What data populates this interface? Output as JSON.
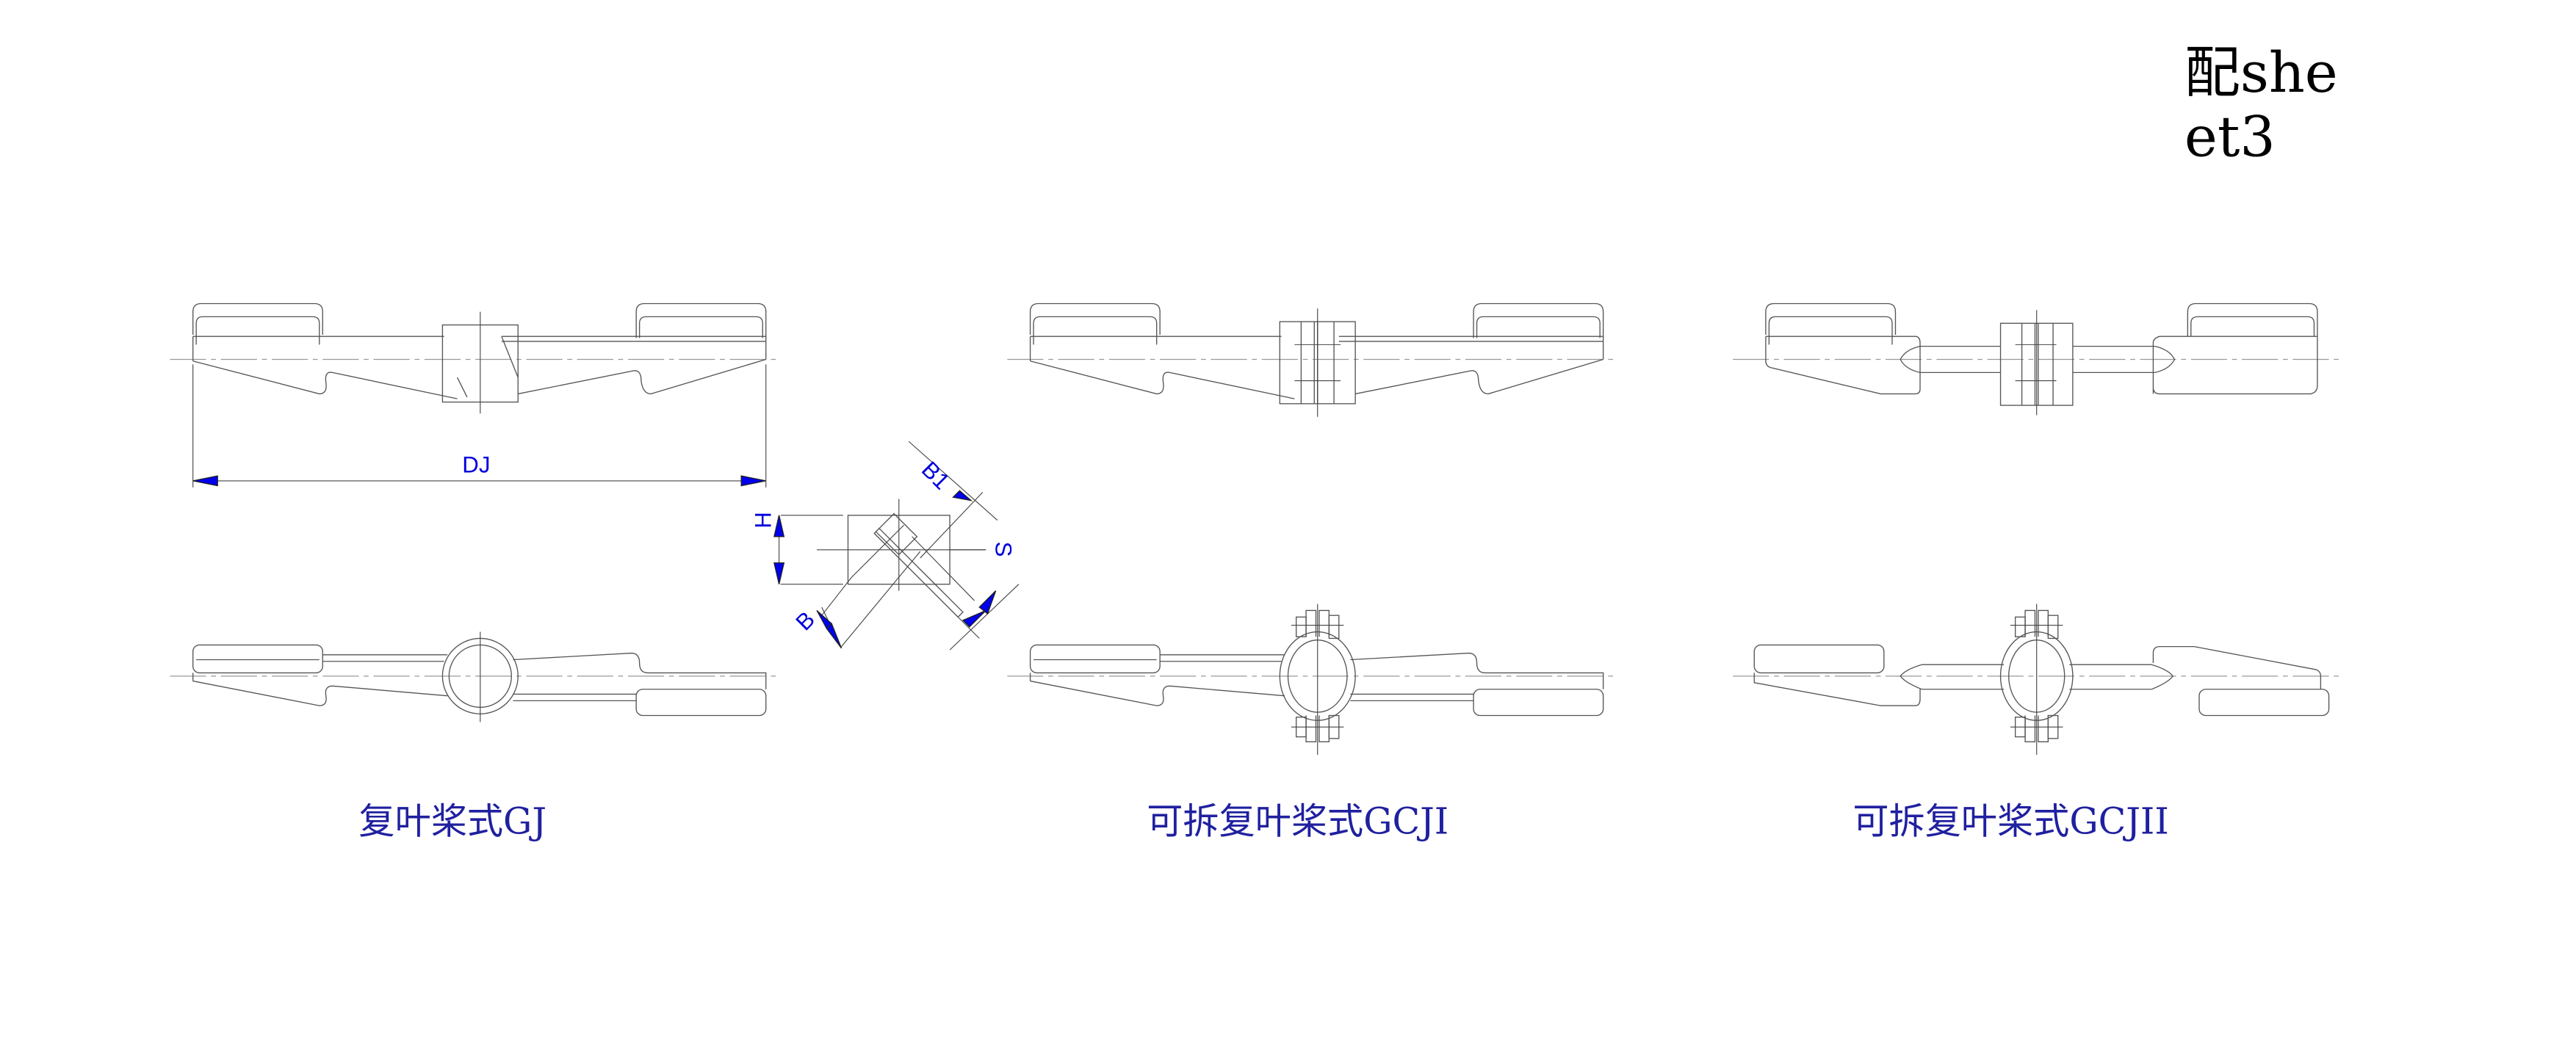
{
  "sheet_title": {
    "line1": "配she",
    "line2": "et3"
  },
  "views": [
    {
      "id": "gj",
      "label": "复叶桨式GJ"
    },
    {
      "id": "gcji",
      "label": "可拆复叶桨式GCJI"
    },
    {
      "id": "gcjii",
      "label": "可拆复叶桨式GCJII"
    }
  ],
  "dimensions": {
    "dj": "DJ",
    "h": "H",
    "b": "B",
    "b1": "B1",
    "s": "S"
  },
  "colors": {
    "dimension_text": "#0000dd",
    "label_text": "#2020a0",
    "line": "#555555",
    "arrow": "#0000ee"
  }
}
